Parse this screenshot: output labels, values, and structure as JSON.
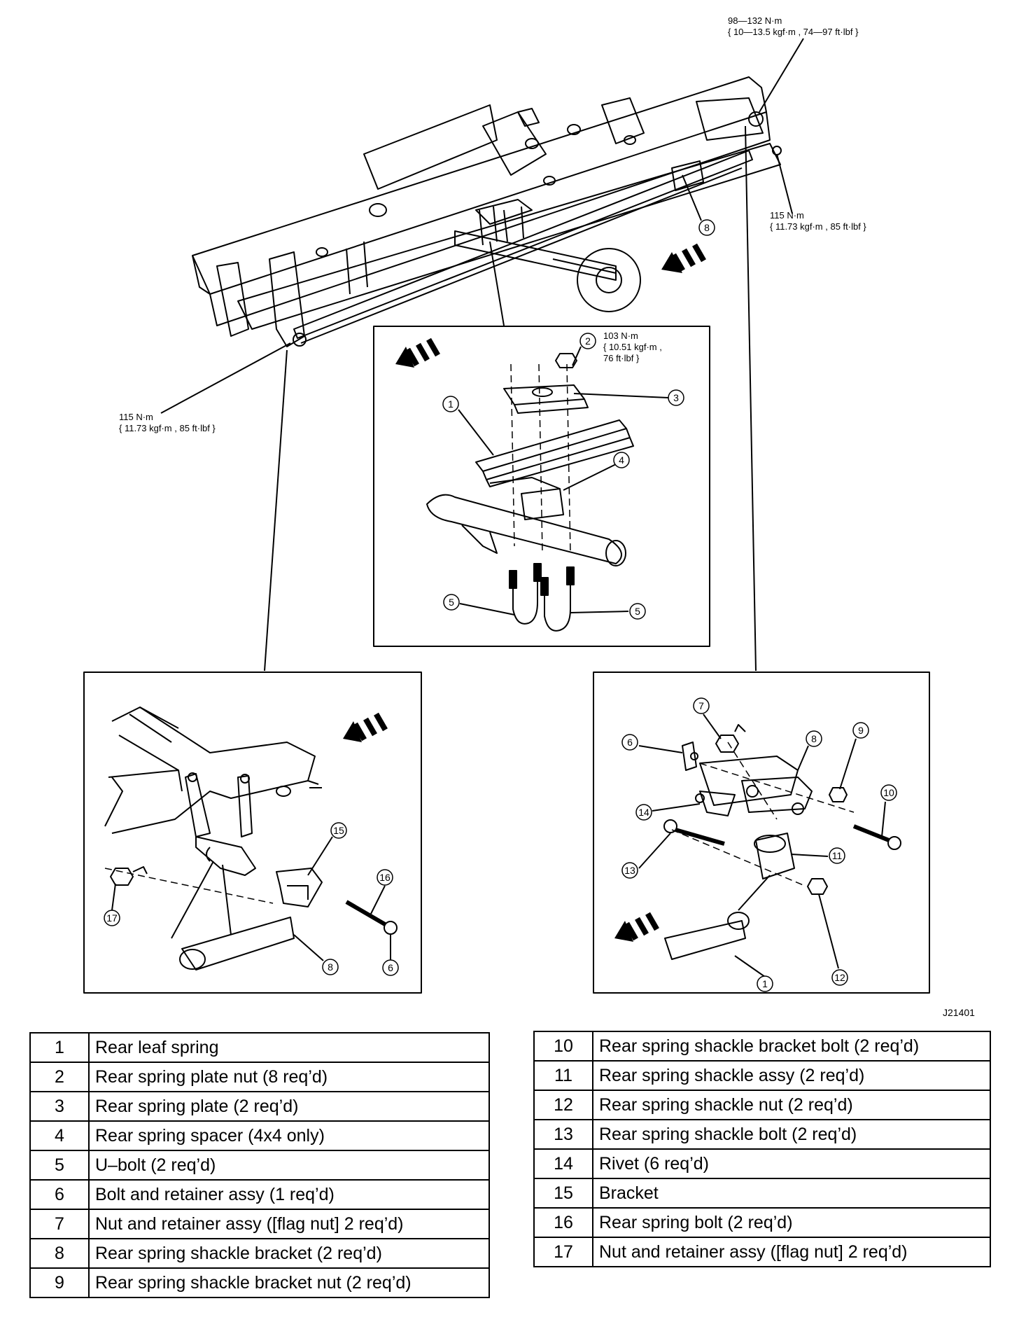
{
  "torque_top_right": {
    "line1": "98—132 N·m",
    "line2": "{ 10—13.5 kgf·m , 74—97 ft·lbf }"
  },
  "torque_right": {
    "line1": "115 N·m",
    "line2": "{ 11.73 kgf·m , 85 ft·lbf }"
  },
  "torque_left": {
    "line1": "115 N·m",
    "line2": "{ 11.73 kgf·m , 85 ft·lbf }"
  },
  "torque_center": {
    "line1": "103 N·m",
    "line2": "{ 10.51 kgf·m ,",
    "line3": "76 ft·lbf }"
  },
  "callouts": {
    "c1": "1",
    "c2": "2",
    "c3": "3",
    "c4": "4",
    "c5": "5",
    "c6": "6",
    "c7": "7",
    "c8": "8",
    "c9": "9",
    "c10": "10",
    "c11": "11",
    "c12": "12",
    "c13": "13",
    "c14": "14",
    "c15": "15",
    "c16": "16",
    "c17": "17"
  },
  "figure_code": "J21401",
  "parts_left": [
    {
      "num": "1",
      "desc": "Rear leaf spring"
    },
    {
      "num": "2",
      "desc": "Rear spring plate nut (8 req’d)"
    },
    {
      "num": "3",
      "desc": "Rear spring plate (2 req’d)"
    },
    {
      "num": "4",
      "desc": "Rear spring spacer (4x4 only)"
    },
    {
      "num": "5",
      "desc": "U–bolt (2 req’d)"
    },
    {
      "num": "6",
      "desc": "Bolt and retainer assy (1 req’d)"
    },
    {
      "num": "7",
      "desc": "Nut and retainer assy ([flag nut] 2 req’d)"
    },
    {
      "num": "8",
      "desc": "Rear spring shackle bracket (2 req’d)"
    },
    {
      "num": "9",
      "desc": "Rear spring shackle bracket nut (2 req’d)"
    }
  ],
  "parts_right": [
    {
      "num": "10",
      "desc": "Rear spring shackle bracket bolt (2 req’d)"
    },
    {
      "num": "11",
      "desc": "Rear spring shackle assy (2 req’d)"
    },
    {
      "num": "12",
      "desc": "Rear spring shackle nut (2 req’d)"
    },
    {
      "num": "13",
      "desc": "Rear spring shackle bolt (2 req’d)"
    },
    {
      "num": "14",
      "desc": "Rivet (6 req’d)"
    },
    {
      "num": "15",
      "desc": "Bracket"
    },
    {
      "num": "16",
      "desc": "Rear spring bolt (2 req’d)"
    },
    {
      "num": "17",
      "desc": "Nut and retainer assy ([flag nut] 2 req’d)"
    }
  ]
}
